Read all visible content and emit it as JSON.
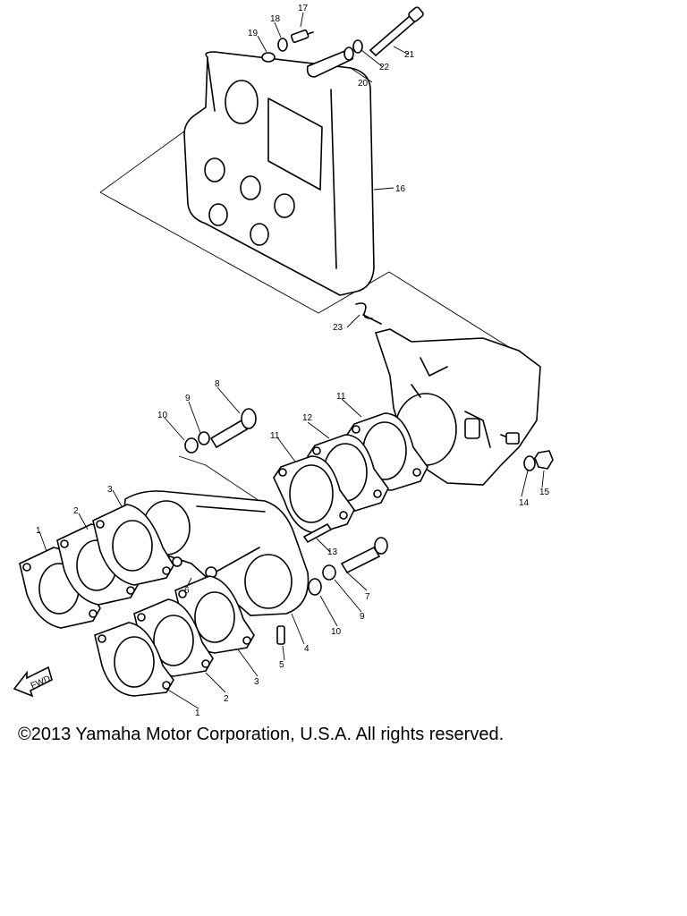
{
  "diagram": {
    "callouts": [
      "1",
      "2",
      "3",
      "4",
      "5",
      "6",
      "7",
      "8",
      "9",
      "10",
      "11",
      "12",
      "13",
      "14",
      "15",
      "16",
      "17",
      "18",
      "19",
      "20",
      "21",
      "22",
      "23"
    ],
    "direction_label": "FWD"
  },
  "footer": {
    "copyright": "©2013 Yamaha Motor Corporation, U.S.A. All rights reserved."
  },
  "colors": {
    "ink": "#000000",
    "paper": "#ffffff"
  }
}
